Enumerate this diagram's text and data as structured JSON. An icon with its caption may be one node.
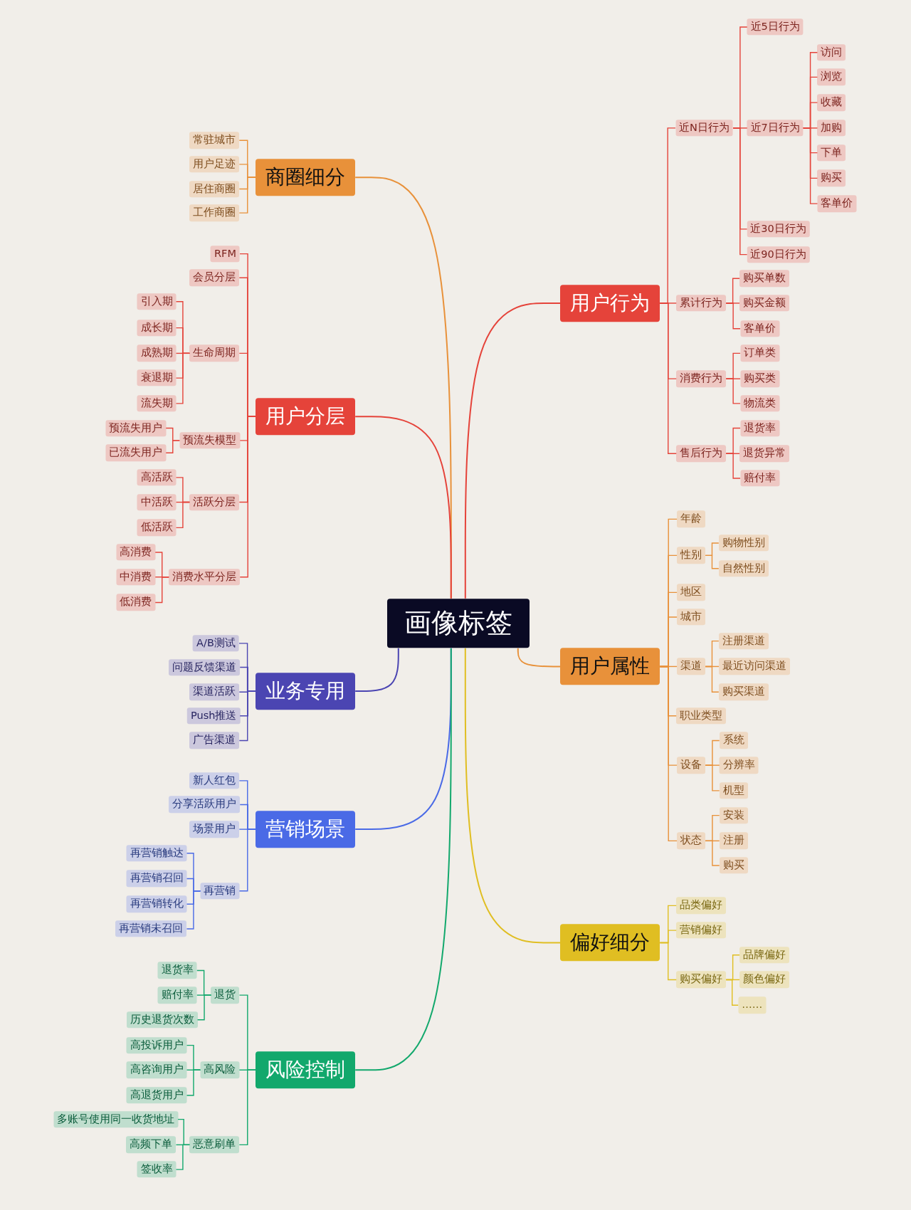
{
  "diagram": {
    "nodes": [
      {
        "text": [
          "画像标签"
        ]
      },
      {
        "text": [
          "商圈细分"
        ]
      },
      {
        "text": [
          "常驻城市"
        ]
      },
      {
        "text": [
          "用户足迹"
        ]
      },
      {
        "text": [
          "居住商圈"
        ]
      },
      {
        "text": [
          "工作商圈"
        ]
      },
      {
        "text": [
          "用户分层"
        ]
      },
      {
        "text": [
          "RFM"
        ]
      },
      {
        "text": [
          "会员分层"
        ]
      },
      {
        "text": [
          "生命周期"
        ]
      },
      {
        "text": [
          "引入期"
        ]
      },
      {
        "text": [
          "成长期"
        ]
      },
      {
        "text": [
          "成熟期"
        ]
      },
      {
        "text": [
          "衰退期"
        ]
      },
      {
        "text": [
          "流失期"
        ]
      },
      {
        "text": [
          "预流失模型"
        ]
      },
      {
        "text": [
          "预流失用户"
        ]
      },
      {
        "text": [
          "已流失用户"
        ]
      },
      {
        "text": [
          "活跃分层"
        ]
      },
      {
        "text": [
          "高活跃"
        ]
      },
      {
        "text": [
          "中活跃"
        ]
      },
      {
        "text": [
          "低活跃"
        ]
      },
      {
        "text": [
          "消费水平分层"
        ]
      },
      {
        "text": [
          "高消费"
        ]
      },
      {
        "text": [
          "中消费"
        ]
      },
      {
        "text": [
          "低消费"
        ]
      },
      {
        "text": [
          "业务专用"
        ]
      },
      {
        "text": [
          "A/B测试"
        ]
      },
      {
        "text": [
          "问题反馈渠道"
        ]
      },
      {
        "text": [
          "渠道活跃"
        ]
      },
      {
        "text": [
          "Push推送"
        ]
      },
      {
        "text": [
          "广告渠道"
        ]
      },
      {
        "text": [
          "营销场景"
        ]
      },
      {
        "text": [
          "新人红包"
        ]
      },
      {
        "text": [
          "分享活跃用户"
        ]
      },
      {
        "text": [
          "场景用户"
        ]
      },
      {
        "text": [
          "再营销"
        ]
      },
      {
        "text": [
          "再营销触达"
        ]
      },
      {
        "text": [
          "再营销召回"
        ]
      },
      {
        "text": [
          "再营销转化"
        ]
      },
      {
        "text": [
          "再营销未召回"
        ]
      },
      {
        "text": [
          "风险控制"
        ]
      },
      {
        "text": [
          "退货"
        ]
      },
      {
        "text": [
          "退货率"
        ]
      },
      {
        "text": [
          "赔付率"
        ]
      },
      {
        "text": [
          "历史退货次数"
        ]
      },
      {
        "text": [
          "高风险"
        ]
      },
      {
        "text": [
          "高投诉用户"
        ]
      },
      {
        "text": [
          "高咨询用户"
        ]
      },
      {
        "text": [
          "高退货用户"
        ]
      },
      {
        "text": [
          "恶意刷单"
        ]
      },
      {
        "text": [
          "多账号使用同一收货地址"
        ]
      },
      {
        "text": [
          "高频下单"
        ]
      },
      {
        "text": [
          "签收率"
        ]
      },
      {
        "text": [
          "用户行为"
        ]
      },
      {
        "text": [
          "近N日行为"
        ]
      },
      {
        "text": [
          "近5日行为"
        ]
      },
      {
        "text": [
          "近7日行为"
        ]
      },
      {
        "text": [
          "访问"
        ]
      },
      {
        "text": [
          "浏览"
        ]
      },
      {
        "text": [
          "收藏"
        ]
      },
      {
        "text": [
          "加购"
        ]
      },
      {
        "text": [
          "下单"
        ]
      },
      {
        "text": [
          "购买"
        ]
      },
      {
        "text": [
          "客单价"
        ]
      },
      {
        "text": [
          "近30日行为"
        ]
      },
      {
        "text": [
          "近90日行为"
        ]
      },
      {
        "text": [
          "累计行为"
        ]
      },
      {
        "text": [
          "购买单数"
        ]
      },
      {
        "text": [
          "购买金额"
        ]
      },
      {
        "text": [
          "客单价"
        ]
      },
      {
        "text": [
          "消费行为"
        ]
      },
      {
        "text": [
          "订单类"
        ]
      },
      {
        "text": [
          "购买类"
        ]
      },
      {
        "text": [
          "物流类"
        ]
      },
      {
        "text": [
          "售后行为"
        ]
      },
      {
        "text": [
          "退货率"
        ]
      },
      {
        "text": [
          "退货异常"
        ]
      },
      {
        "text": [
          "赔付率"
        ]
      },
      {
        "text": [
          "用户属性"
        ]
      },
      {
        "text": [
          "年龄"
        ]
      },
      {
        "text": [
          "性别"
        ]
      },
      {
        "text": [
          "购物性别"
        ]
      },
      {
        "text": [
          "自然性别"
        ]
      },
      {
        "text": [
          "地区"
        ]
      },
      {
        "text": [
          "城市"
        ]
      },
      {
        "text": [
          "渠道"
        ]
      },
      {
        "text": [
          "注册渠道"
        ]
      },
      {
        "text": [
          "最近访问渠道"
        ]
      },
      {
        "text": [
          "购买渠道"
        ]
      },
      {
        "text": [
          "职业类型"
        ]
      },
      {
        "text": [
          "设备"
        ]
      },
      {
        "text": [
          "系统"
        ]
      },
      {
        "text": [
          "分辨率"
        ]
      },
      {
        "text": [
          "机型"
        ]
      },
      {
        "text": [
          "状态"
        ]
      },
      {
        "text": [
          "安装"
        ]
      },
      {
        "text": [
          "注册"
        ]
      },
      {
        "text": [
          "购买"
        ]
      },
      {
        "text": [
          "偏好细分"
        ]
      },
      {
        "text": [
          "品类偏好"
        ]
      },
      {
        "text": [
          "营销偏好"
        ]
      },
      {
        "text": [
          "购买偏好"
        ]
      },
      {
        "text": [
          "品牌偏好"
        ]
      },
      {
        "text": [
          "颜色偏好"
        ]
      },
      {
        "text": [
          "……"
        ]
      }
    ],
    "edges": [
      {
        "from": 0,
        "to": 1,
        "arrow": "none",
        "color": "#e8913a"
      },
      {
        "from": 1,
        "to": 2,
        "arrow": "none",
        "color": "#e8913a"
      },
      {
        "from": 1,
        "to": 3,
        "arrow": "none",
        "color": "#e8913a"
      },
      {
        "from": 1,
        "to": 4,
        "arrow": "none",
        "color": "#e8913a"
      },
      {
        "from": 1,
        "to": 5,
        "arrow": "none",
        "color": "#e8913a"
      },
      {
        "from": 0,
        "to": 6,
        "arrow": "none",
        "color": "#e5433a"
      },
      {
        "from": 6,
        "to": 7,
        "arrow": "none",
        "color": "#e5433a"
      },
      {
        "from": 6,
        "to": 8,
        "arrow": "none",
        "color": "#e5433a"
      },
      {
        "from": 6,
        "to": 9,
        "arrow": "none",
        "color": "#e5433a"
      },
      {
        "from": 9,
        "to": 10,
        "arrow": "none",
        "color": "#e5433a"
      },
      {
        "from": 9,
        "to": 11,
        "arrow": "none",
        "color": "#e5433a"
      },
      {
        "from": 9,
        "to": 12,
        "arrow": "none",
        "color": "#e5433a"
      },
      {
        "from": 9,
        "to": 13,
        "arrow": "none",
        "color": "#e5433a"
      },
      {
        "from": 9,
        "to": 14,
        "arrow": "none",
        "color": "#e5433a"
      },
      {
        "from": 6,
        "to": 15,
        "arrow": "none",
        "color": "#e5433a"
      },
      {
        "from": 15,
        "to": 16,
        "arrow": "none",
        "color": "#e5433a"
      },
      {
        "from": 15,
        "to": 17,
        "arrow": "none",
        "color": "#e5433a"
      },
      {
        "from": 6,
        "to": 18,
        "arrow": "none",
        "color": "#e5433a"
      },
      {
        "from": 18,
        "to": 19,
        "arrow": "none",
        "color": "#e5433a"
      },
      {
        "from": 18,
        "to": 20,
        "arrow": "none",
        "color": "#e5433a"
      },
      {
        "from": 18,
        "to": 21,
        "arrow": "none",
        "color": "#e5433a"
      },
      {
        "from": 6,
        "to": 22,
        "arrow": "none",
        "color": "#e5433a"
      },
      {
        "from": 22,
        "to": 23,
        "arrow": "none",
        "color": "#e5433a"
      },
      {
        "from": 22,
        "to": 24,
        "arrow": "none",
        "color": "#e5433a"
      },
      {
        "from": 22,
        "to": 25,
        "arrow": "none",
        "color": "#e5433a"
      },
      {
        "from": 0,
        "to": 26,
        "arrow": "none",
        "color": "#4b45b2"
      },
      {
        "from": 26,
        "to": 27,
        "arrow": "none",
        "color": "#4b45b2"
      },
      {
        "from": 26,
        "to": 28,
        "arrow": "none",
        "color": "#4b45b2"
      },
      {
        "from": 26,
        "to": 29,
        "arrow": "none",
        "color": "#4b45b2"
      },
      {
        "from": 26,
        "to": 30,
        "arrow": "none",
        "color": "#4b45b2"
      },
      {
        "from": 26,
        "to": 31,
        "arrow": "none",
        "color": "#4b45b2"
      },
      {
        "from": 0,
        "to": 32,
        "arrow": "none",
        "color": "#4a6ae6"
      },
      {
        "from": 32,
        "to": 33,
        "arrow": "none",
        "color": "#4a6ae6"
      },
      {
        "from": 32,
        "to": 34,
        "arrow": "none",
        "color": "#4a6ae6"
      },
      {
        "from": 32,
        "to": 35,
        "arrow": "none",
        "color": "#4a6ae6"
      },
      {
        "from": 32,
        "to": 36,
        "arrow": "none",
        "color": "#4a6ae6"
      },
      {
        "from": 36,
        "to": 37,
        "arrow": "none",
        "color": "#4a6ae6"
      },
      {
        "from": 36,
        "to": 38,
        "arrow": "none",
        "color": "#4a6ae6"
      },
      {
        "from": 36,
        "to": 39,
        "arrow": "none",
        "color": "#4a6ae6"
      },
      {
        "from": 36,
        "to": 40,
        "arrow": "none",
        "color": "#4a6ae6"
      },
      {
        "from": 0,
        "to": 41,
        "arrow": "none",
        "color": "#12a86c"
      },
      {
        "from": 41,
        "to": 42,
        "arrow": "none",
        "color": "#12a86c"
      },
      {
        "from": 42,
        "to": 43,
        "arrow": "none",
        "color": "#12a86c"
      },
      {
        "from": 42,
        "to": 44,
        "arrow": "none",
        "color": "#12a86c"
      },
      {
        "from": 42,
        "to": 45,
        "arrow": "none",
        "color": "#12a86c"
      },
      {
        "from": 41,
        "to": 46,
        "arrow": "none",
        "color": "#12a86c"
      },
      {
        "from": 46,
        "to": 47,
        "arrow": "none",
        "color": "#12a86c"
      },
      {
        "from": 46,
        "to": 48,
        "arrow": "none",
        "color": "#12a86c"
      },
      {
        "from": 46,
        "to": 49,
        "arrow": "none",
        "color": "#12a86c"
      },
      {
        "from": 41,
        "to": 50,
        "arrow": "none",
        "color": "#12a86c"
      },
      {
        "from": 50,
        "to": 51,
        "arrow": "none",
        "color": "#12a86c"
      },
      {
        "from": 50,
        "to": 52,
        "arrow": "none",
        "color": "#12a86c"
      },
      {
        "from": 50,
        "to": 53,
        "arrow": "none",
        "color": "#12a86c"
      },
      {
        "from": 0,
        "to": 54,
        "arrow": "none",
        "color": "#e5433a"
      },
      {
        "from": 54,
        "to": 55,
        "arrow": "none",
        "color": "#e5433a"
      },
      {
        "from": 55,
        "to": 56,
        "arrow": "none",
        "color": "#e5433a"
      },
      {
        "from": 55,
        "to": 57,
        "arrow": "none",
        "color": "#e5433a"
      },
      {
        "from": 57,
        "to": 58,
        "arrow": "none",
        "color": "#e5433a"
      },
      {
        "from": 57,
        "to": 59,
        "arrow": "none",
        "color": "#e5433a"
      },
      {
        "from": 57,
        "to": 60,
        "arrow": "none",
        "color": "#e5433a"
      },
      {
        "from": 57,
        "to": 61,
        "arrow": "none",
        "color": "#e5433a"
      },
      {
        "from": 57,
        "to": 62,
        "arrow": "none",
        "color": "#e5433a"
      },
      {
        "from": 57,
        "to": 63,
        "arrow": "none",
        "color": "#e5433a"
      },
      {
        "from": 57,
        "to": 64,
        "arrow": "none",
        "color": "#e5433a"
      },
      {
        "from": 55,
        "to": 65,
        "arrow": "none",
        "color": "#e5433a"
      },
      {
        "from": 55,
        "to": 66,
        "arrow": "none",
        "color": "#e5433a"
      },
      {
        "from": 54,
        "to": 67,
        "arrow": "none",
        "color": "#e5433a"
      },
      {
        "from": 67,
        "to": 68,
        "arrow": "none",
        "color": "#e5433a"
      },
      {
        "from": 67,
        "to": 69,
        "arrow": "none",
        "color": "#e5433a"
      },
      {
        "from": 67,
        "to": 70,
        "arrow": "none",
        "color": "#e5433a"
      },
      {
        "from": 54,
        "to": 71,
        "arrow": "none",
        "color": "#e5433a"
      },
      {
        "from": 71,
        "to": 72,
        "arrow": "none",
        "color": "#e5433a"
      },
      {
        "from": 71,
        "to": 73,
        "arrow": "none",
        "color": "#e5433a"
      },
      {
        "from": 71,
        "to": 74,
        "arrow": "none",
        "color": "#e5433a"
      },
      {
        "from": 54,
        "to": 75,
        "arrow": "none",
        "color": "#e5433a"
      },
      {
        "from": 75,
        "to": 76,
        "arrow": "none",
        "color": "#e5433a"
      },
      {
        "from": 75,
        "to": 77,
        "arrow": "none",
        "color": "#e5433a"
      },
      {
        "from": 75,
        "to": 78,
        "arrow": "none",
        "color": "#e5433a"
      },
      {
        "from": 0,
        "to": 79,
        "arrow": "none",
        "color": "#e8913a"
      },
      {
        "from": 79,
        "to": 80,
        "arrow": "none",
        "color": "#e8913a"
      },
      {
        "from": 79,
        "to": 81,
        "arrow": "none",
        "color": "#e8913a"
      },
      {
        "from": 81,
        "to": 82,
        "arrow": "none",
        "color": "#e8913a"
      },
      {
        "from": 81,
        "to": 83,
        "arrow": "none",
        "color": "#e8913a"
      },
      {
        "from": 79,
        "to": 84,
        "arrow": "none",
        "color": "#e8913a"
      },
      {
        "from": 79,
        "to": 85,
        "arrow": "none",
        "color": "#e8913a"
      },
      {
        "from": 79,
        "to": 86,
        "arrow": "none",
        "color": "#e8913a"
      },
      {
        "from": 86,
        "to": 87,
        "arrow": "none",
        "color": "#e8913a"
      },
      {
        "from": 86,
        "to": 88,
        "arrow": "none",
        "color": "#e8913a"
      },
      {
        "from": 86,
        "to": 89,
        "arrow": "none",
        "color": "#e8913a"
      },
      {
        "from": 79,
        "to": 90,
        "arrow": "none",
        "color": "#e8913a"
      },
      {
        "from": 79,
        "to": 91,
        "arrow": "none",
        "color": "#e8913a"
      },
      {
        "from": 91,
        "to": 92,
        "arrow": "none",
        "color": "#e8913a"
      },
      {
        "from": 91,
        "to": 93,
        "arrow": "none",
        "color": "#e8913a"
      },
      {
        "from": 91,
        "to": 94,
        "arrow": "none",
        "color": "#e8913a"
      },
      {
        "from": 79,
        "to": 95,
        "arrow": "none",
        "color": "#e8913a"
      },
      {
        "from": 95,
        "to": 96,
        "arrow": "none",
        "color": "#e8913a"
      },
      {
        "from": 95,
        "to": 97,
        "arrow": "none",
        "color": "#e8913a"
      },
      {
        "from": 95,
        "to": 98,
        "arrow": "none",
        "color": "#e8913a"
      },
      {
        "from": 0,
        "to": 99,
        "arrow": "none",
        "color": "#e0be22"
      },
      {
        "from": 99,
        "to": 100,
        "arrow": "none",
        "color": "#e0be22"
      },
      {
        "from": 99,
        "to": 101,
        "arrow": "none",
        "color": "#e0be22"
      },
      {
        "from": 99,
        "to": 102,
        "arrow": "none",
        "color": "#e0be22"
      },
      {
        "from": 102,
        "to": 103,
        "arrow": "none",
        "color": "#e0be22"
      },
      {
        "from": 102,
        "to": 104,
        "arrow": "none",
        "color": "#e0be22"
      },
      {
        "from": 102,
        "to": 105,
        "arrow": "none",
        "color": "#e0be22"
      }
    ]
  }
}
